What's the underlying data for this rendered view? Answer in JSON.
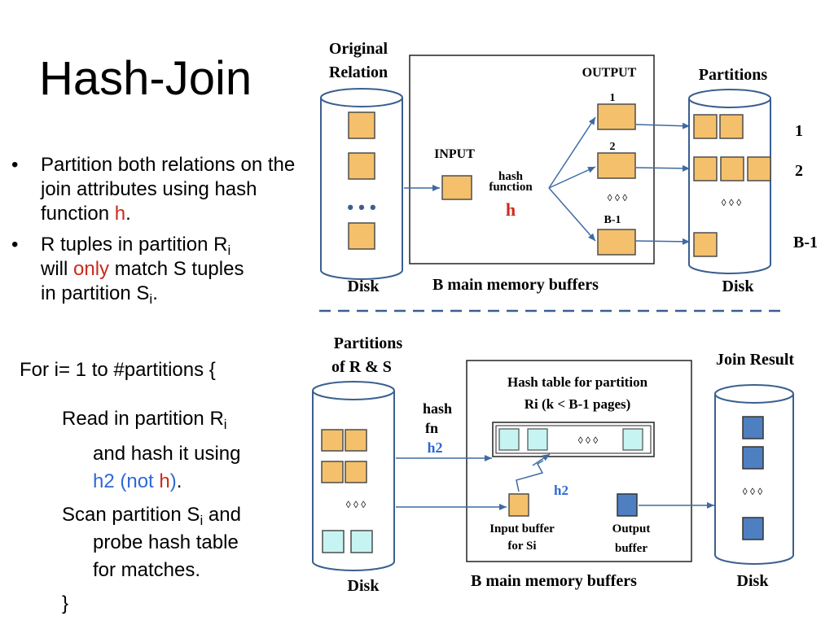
{
  "title": "Hash-Join",
  "bullets": [
    {
      "prefix": "Partition both relations on the join attributes using hash function ",
      "highlight": "h",
      "suffix": "."
    },
    {
      "line1_prefix": "R tuples in partition R",
      "line1_sub": "i",
      "line2_prefix": "will ",
      "line2_highlight": "only",
      "line2_suffix": " match S tuples",
      "line3_prefix": "in partition S",
      "line3_sub": "i",
      "line3_suffix": "."
    }
  ],
  "loop": {
    "header": "For i= 1 to #partitions {",
    "read_prefix": "Read in partition R",
    "read_sub": "i",
    "hash_line": "and hash it using",
    "h2_text": "h2 (not ",
    "h_text": "h",
    "h2_close": ")",
    "h2_period": ".",
    "scan_prefix": "Scan partition S",
    "scan_sub": "i",
    "scan_suffix": " and",
    "probe_line": "probe hash table",
    "matches_line": "for matches.",
    "close_brace": "}"
  },
  "top_diagram": {
    "original_relation": [
      "Original",
      "Relation"
    ],
    "output_label": "OUTPUT",
    "partitions_label": "Partitions",
    "input_label": "INPUT",
    "hash_label": "hash",
    "function_label": "function",
    "h_label": "h",
    "buffer_numbers": [
      "1",
      "2",
      "B-1"
    ],
    "partition_numbers": [
      "1",
      "2",
      "B-1"
    ],
    "disk_left": "Disk",
    "disk_right": "Disk",
    "memory_caption": "B main memory buffers",
    "dots": "• • •",
    "small_dots": "◊ ◊ ◊"
  },
  "bottom_diagram": {
    "partitions_rs": [
      "Partitions",
      "of R & S"
    ],
    "join_result": "Join Result",
    "hash_table_title": [
      "Hash table for partition",
      "Ri (k < B-1 pages)"
    ],
    "hash_fn": [
      "hash",
      "fn"
    ],
    "h2_label": "h2",
    "h2_arrow_label": "h2",
    "input_buffer": [
      "Input buffer",
      "for Si"
    ],
    "output_buffer": [
      "Output",
      "buffer"
    ],
    "memory_caption": "B main memory buffers",
    "disk_left": "Disk",
    "disk_right": "Disk",
    "small_dots": "◊ ◊ ◊"
  },
  "colors": {
    "orange_block": "#f5c06b",
    "cyan_block": "#c6f4f2",
    "blue_block": "#4e7fc0",
    "arrow": "#3d6aa3",
    "disk_stroke": "#3a5f8f",
    "dashed_line": "#3a5f8f",
    "h_red": "#cc2a1e",
    "h2_blue": "#2e68d6"
  }
}
